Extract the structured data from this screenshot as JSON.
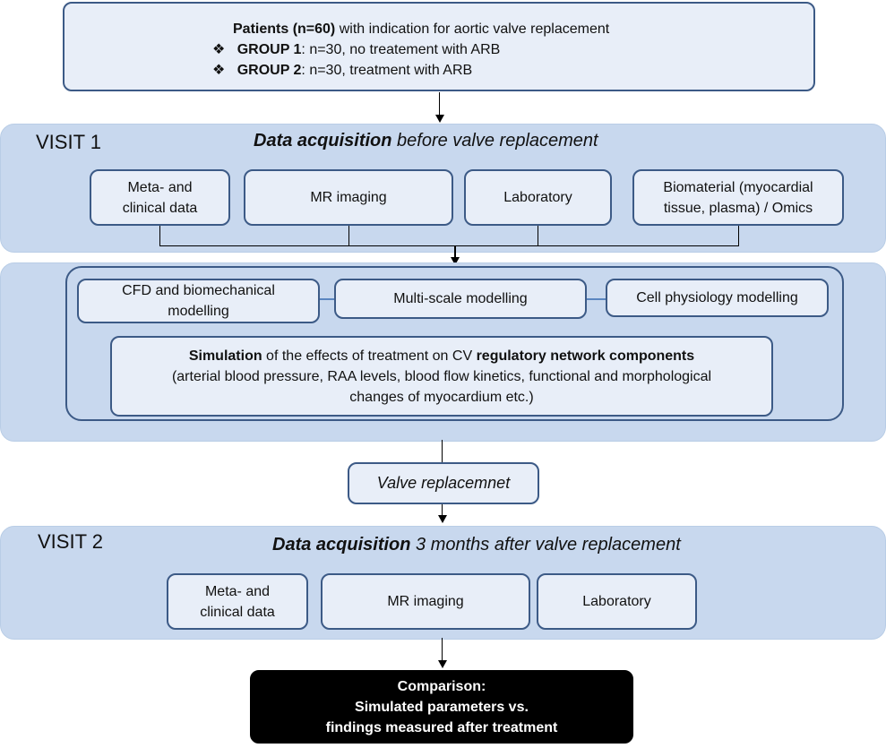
{
  "patients": {
    "title_bold": "Patients (n=60)",
    "title_rest": " with indication for aortic valve replacement",
    "bullet": "❖",
    "group1_label": "GROUP 1",
    "group1_text": ": n=30, no treatement with ARB",
    "group2_label": "GROUP 2",
    "group2_text": ": n=30, treatment with ARB"
  },
  "visit1": {
    "label": "VISIT 1",
    "heading_bold": "Data acquisition",
    "heading_rest": " before valve replacement",
    "boxes": [
      {
        "line1": "Meta- and",
        "line2": "clinical data"
      },
      {
        "line1": "MR imaging"
      },
      {
        "line1": "Laboratory"
      },
      {
        "line1": "Biomaterial (myocardial",
        "line2": "tissue, plasma) / Omics"
      }
    ]
  },
  "modelling": {
    "cfd": {
      "line1": "CFD and biomechanical",
      "line2": "modelling"
    },
    "multiscale": "Multi-scale modelling",
    "cell": "Cell physiology modelling",
    "simulation": {
      "bold1": "Simulation",
      "mid": " of the effects of treatment on CV ",
      "bold2": "regulatory network components",
      "line2": "(arterial blood pressure, RAA levels, blood flow kinetics, functional and morphological",
      "line3": "changes of myocardium  etc.)"
    }
  },
  "valve": "Valve replacemnet",
  "visit2": {
    "label": "VISIT 2",
    "heading_bold": "Data acquisition",
    "heading_rest": " 3 months after valve replacement",
    "boxes": [
      {
        "line1": "Meta- and",
        "line2": "clinical data"
      },
      {
        "line1": "MR imaging"
      },
      {
        "line1": "Laboratory"
      }
    ]
  },
  "comparison": {
    "line1": "Comparison:",
    "line2": "Simulated  parameters vs.",
    "line3": "findings measured after treatment"
  }
}
